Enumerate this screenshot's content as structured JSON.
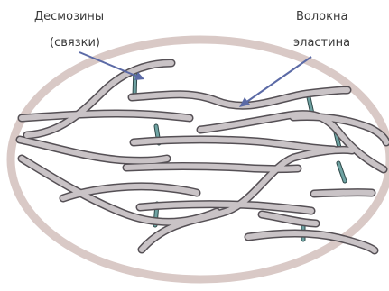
{
  "labels": {
    "desmosines_line1": "Десмозины",
    "desmosines_line2": "(связки)",
    "elastin_line1": "Волокна",
    "elastin_line2": "эластина"
  },
  "colors": {
    "background": "#ffffff",
    "ellipse_outline": "#d9c9c6",
    "fiber_fill": "#c9c3c6",
    "fiber_outline": "#555055",
    "crosslink": "#6fa3a3",
    "arrow": "#5b6aa6",
    "text": "#3a3a3a"
  },
  "icons": {
    "arrow_to_crosslink": "arrow-icon",
    "arrow_to_fiber": "arrow-icon"
  }
}
